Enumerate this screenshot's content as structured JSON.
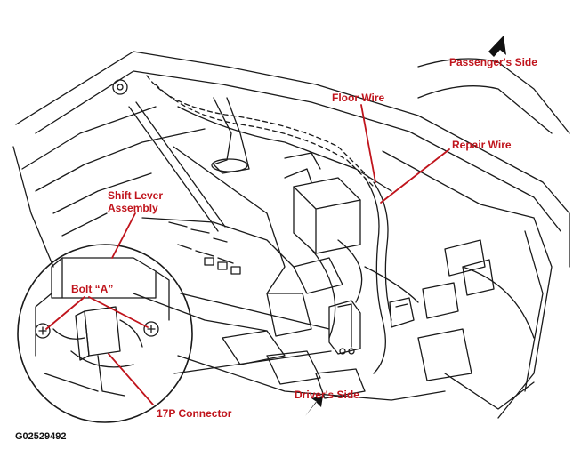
{
  "figure": {
    "figure_id": "G02529492",
    "colors": {
      "callout": "#c0141c",
      "linework": "#1a1a1a",
      "background": "#ffffff"
    },
    "icons": [
      "passenger-side-arrow-icon",
      "driver-side-arrow-icon"
    ]
  },
  "labels": {
    "passengers_side": "Passenger's Side",
    "floor_wire": "Floor Wire",
    "repair_wire": "Repair Wire",
    "shift_lever_line1": "Shift Lever",
    "shift_lever_line2": "Assembly",
    "bolt_a": "Bolt “A”",
    "drivers_side": "Driver's Side",
    "connector_17p": "17P Connector"
  }
}
